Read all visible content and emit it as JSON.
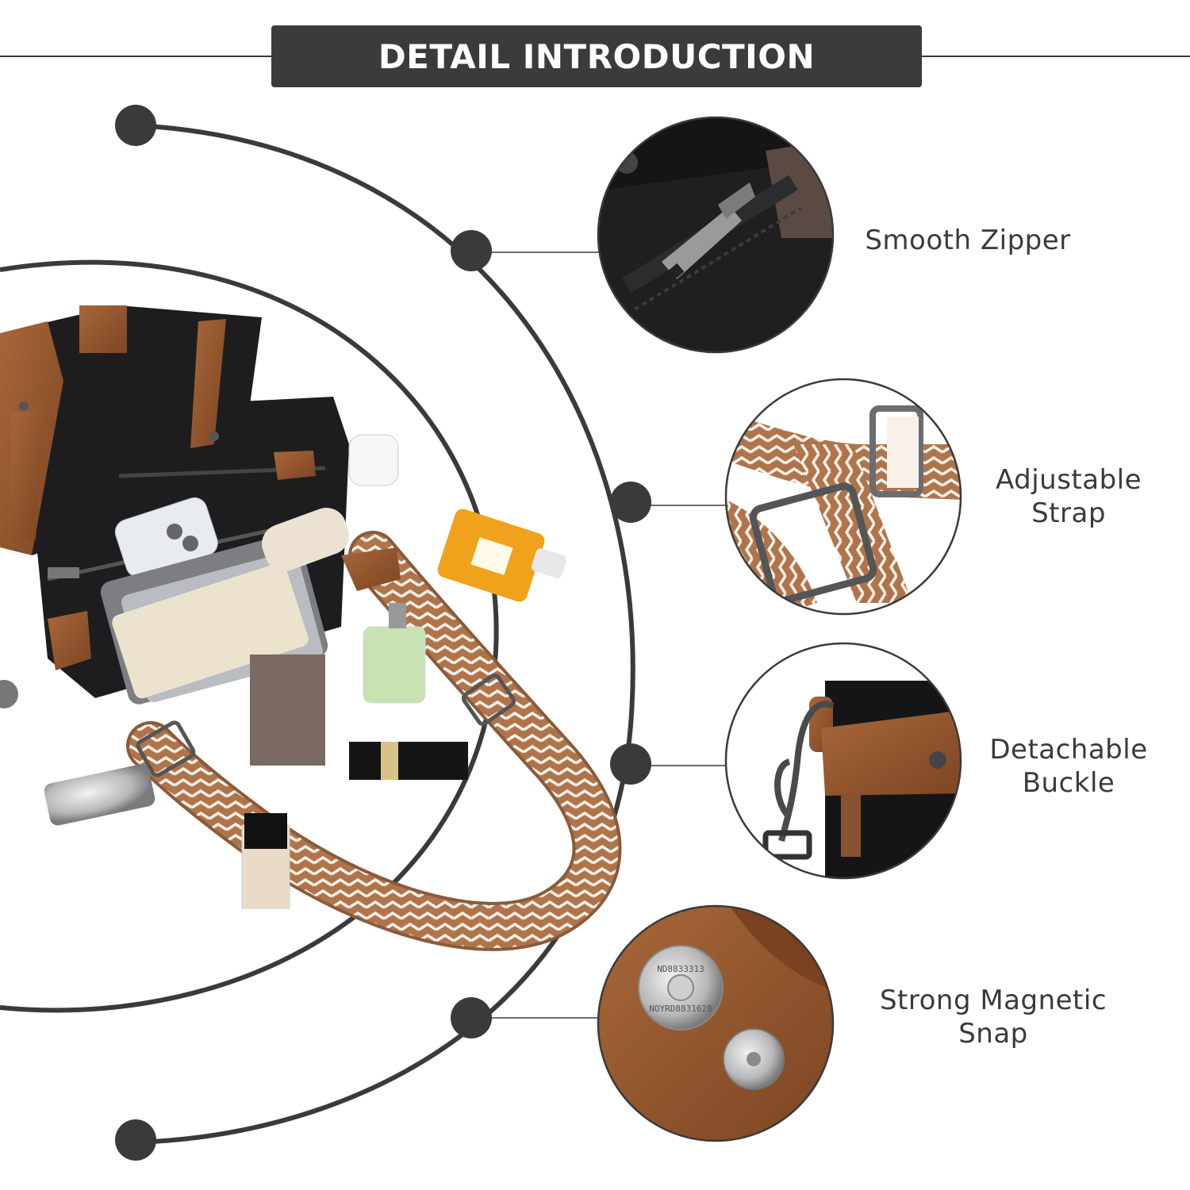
{
  "banner": {
    "title": "DETAIL INTRODUCTION"
  },
  "features": [
    {
      "lines": [
        "Smooth Zipper"
      ],
      "icon": "zipper-closeup-photo"
    },
    {
      "lines": [
        "Adjustable",
        "Strap"
      ],
      "icon": "strap-buckle-closeup-photo"
    },
    {
      "lines": [
        "Detachable",
        "Buckle"
      ],
      "icon": "clasp-hook-closeup-photo"
    },
    {
      "lines": [
        "Strong Magnetic",
        "Snap"
      ],
      "icon": "magnetic-snap-closeup-photo"
    }
  ],
  "snap_engraving": {
    "top": "ND8833313",
    "bottom": "NOYRD8831628"
  },
  "colors": {
    "banner_bg": "#3c3b3c",
    "arc_line": "#3a3a3a",
    "leather_black": "#1d1d1f",
    "leather_brown": "#9a5c33",
    "strap_tan": "#b0744a",
    "text": "#3a3a3a"
  }
}
